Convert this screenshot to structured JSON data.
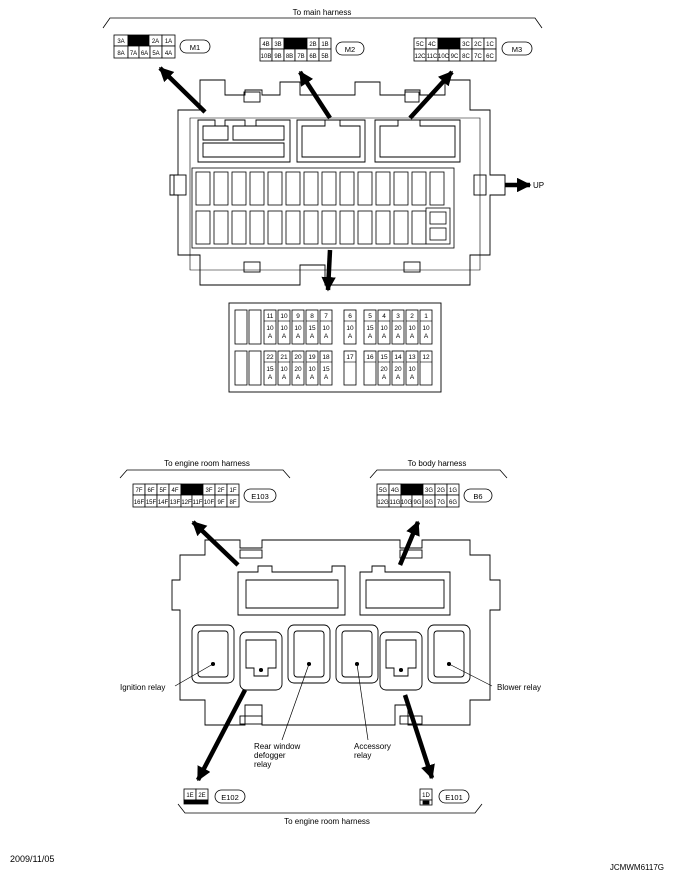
{
  "top": {
    "header": "To main harness",
    "up_label": "UP",
    "connectors": {
      "m1": {
        "name": "M1",
        "row1": [
          "3A",
          "",
          "2A",
          "1A"
        ],
        "row2": [
          "8A",
          "7A",
          "6A",
          "5A",
          "4A"
        ]
      },
      "m2": {
        "name": "M2",
        "row1": [
          "4B",
          "3B",
          "",
          "2B",
          "1B"
        ],
        "row2": [
          "10B",
          "9B",
          "8B",
          "7B",
          "6B",
          "5B"
        ]
      },
      "m3": {
        "name": "M3",
        "row1": [
          "5C",
          "4C",
          "",
          "3C",
          "2C",
          "1C"
        ],
        "row2": [
          "12C",
          "11C",
          "10C",
          "9C",
          "8C",
          "7C",
          "6C"
        ]
      }
    },
    "fuses_upper": [
      {
        "num": "11",
        "amp": "10",
        "unit": "A"
      },
      {
        "num": "10",
        "amp": "10",
        "unit": "A"
      },
      {
        "num": "9",
        "amp": "10",
        "unit": "A"
      },
      {
        "num": "8",
        "amp": "15",
        "unit": "A"
      },
      {
        "num": "7",
        "amp": "10",
        "unit": "A"
      },
      {
        "num": "6",
        "amp": "10",
        "unit": "A"
      },
      {
        "num": "5",
        "amp": "15",
        "unit": "A"
      },
      {
        "num": "4",
        "amp": "10",
        "unit": "A"
      },
      {
        "num": "3",
        "amp": "20",
        "unit": "A"
      },
      {
        "num": "2",
        "amp": "10",
        "unit": "A"
      },
      {
        "num": "1",
        "amp": "10",
        "unit": "A"
      }
    ],
    "fuses_lower": [
      {
        "num": "22",
        "amp": "15",
        "unit": "A"
      },
      {
        "num": "21",
        "amp": "10",
        "unit": "A"
      },
      {
        "num": "20",
        "amp": "20",
        "unit": "A"
      },
      {
        "num": "19",
        "amp": "10",
        "unit": "A"
      },
      {
        "num": "18",
        "amp": "15",
        "unit": "A"
      },
      {
        "num": "17",
        "amp": "",
        "unit": ""
      },
      {
        "num": "16",
        "amp": "",
        "unit": ""
      },
      {
        "num": "15",
        "amp": "20",
        "unit": "A"
      },
      {
        "num": "14",
        "amp": "20",
        "unit": "A"
      },
      {
        "num": "13",
        "amp": "10",
        "unit": "A"
      },
      {
        "num": "12",
        "amp": "",
        "unit": ""
      }
    ]
  },
  "bottom": {
    "header_left": "To engine room harness",
    "header_right": "To body harness",
    "footer_label": "To engine room harness",
    "connectors": {
      "e103": {
        "name": "E103",
        "row1": [
          "7F",
          "6F",
          "5F",
          "4F",
          "",
          "3F",
          "2F",
          "1F"
        ],
        "row2": [
          "16F",
          "15F",
          "14F",
          "13F",
          "12F",
          "11F",
          "10F",
          "9F",
          "8F"
        ]
      },
      "b6": {
        "name": "B6",
        "row1": [
          "5G",
          "4G",
          "",
          "3G",
          "2G",
          "1G"
        ],
        "row2": [
          "12G",
          "11G",
          "10G",
          "9G",
          "8G",
          "7G",
          "6G"
        ]
      },
      "e102": {
        "name": "E102",
        "row1": [
          "1E",
          "2E"
        ]
      },
      "e101": {
        "name": "E101",
        "row1": [
          "1D"
        ]
      }
    },
    "relays": {
      "ignition": "Ignition relay",
      "rear_defogger": [
        "Rear window",
        "defogger",
        "relay"
      ],
      "accessory": [
        "Accessory",
        "relay"
      ],
      "blower": "Blower relay"
    }
  },
  "footer": {
    "date": "2009/11/05",
    "code": "JCMWM6117G"
  }
}
